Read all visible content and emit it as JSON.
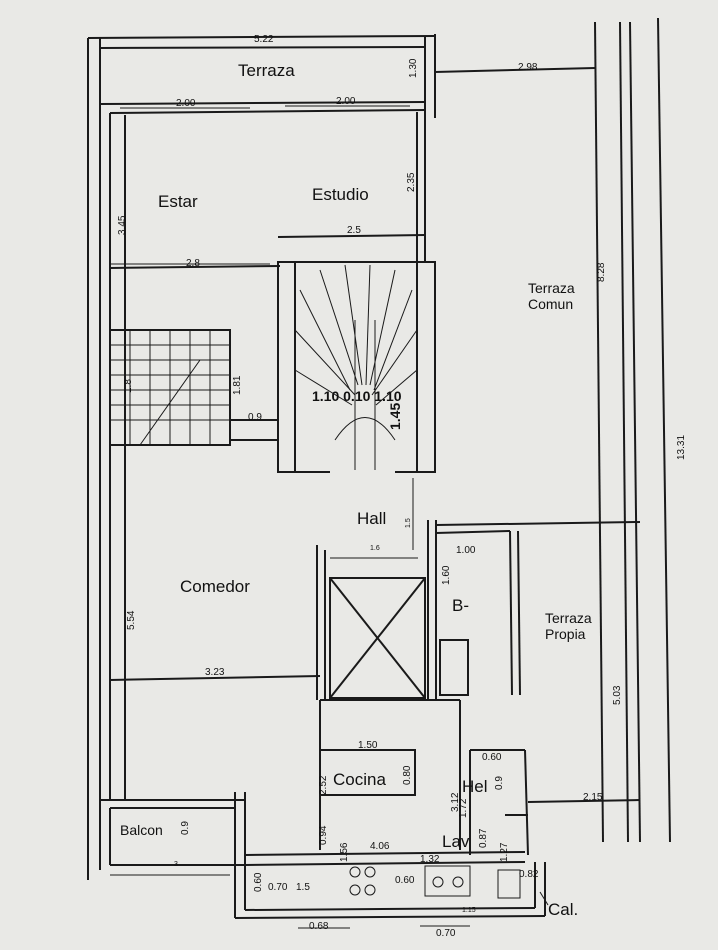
{
  "rooms": {
    "terraza": "Terraza",
    "estar": "Estar",
    "estudio": "Estudio",
    "terraza_comun_1": "Terraza",
    "terraza_comun_2": "Comun",
    "hall": "Hall",
    "comedor": "Comedor",
    "bano": "B-",
    "terraza_propia_1": "Terraza",
    "terraza_propia_2": "Propia",
    "cocina": "Cocina",
    "hel": "Hel",
    "lav": "Lav",
    "balcon": "Balcon",
    "cal": "Cal."
  },
  "dims": {
    "d_522": "5.22",
    "d_130": "1.30",
    "d_298": "2.98",
    "d_200a": "2.00",
    "d_200b": "2.00",
    "d_345": "3.45",
    "d_235": "2.35",
    "d_25": "2.5",
    "d_28": "2.8",
    "d_828": "8.28",
    "d_1331": "13.31",
    "d_18": "1.8",
    "d_181": "1.81",
    "d_09a": "0.9",
    "d_stair": "1.10 0.10 1.10",
    "d_145": "1.45",
    "d_15a": "1.5",
    "d_16": "1.6",
    "d_100": "1.00",
    "d_160": "1.60",
    "d_554": "5.54",
    "d_323": "3.23",
    "d_503": "5.03",
    "d_150": "1.50",
    "d_252": "2.52",
    "d_080": "0.80",
    "d_060a": "0.60",
    "d_09b": "0.9",
    "d_312": "3.12",
    "d_172": "1.72",
    "d_215": "2.15",
    "d_094": "0.94",
    "d_156": "1.56",
    "d_406": "4.06",
    "d_087": "0.87",
    "d_127": "1.27",
    "d_132": "1.32",
    "d_09c": "0.9",
    "d_3": "3",
    "d_060b": "0.60",
    "d_070a": "0.70",
    "d_15b": "1.5",
    "d_060c": "0.60",
    "d_082": "0.82",
    "d_068": "0.68",
    "d_070b": "0.70",
    "d_115": "1.15"
  }
}
